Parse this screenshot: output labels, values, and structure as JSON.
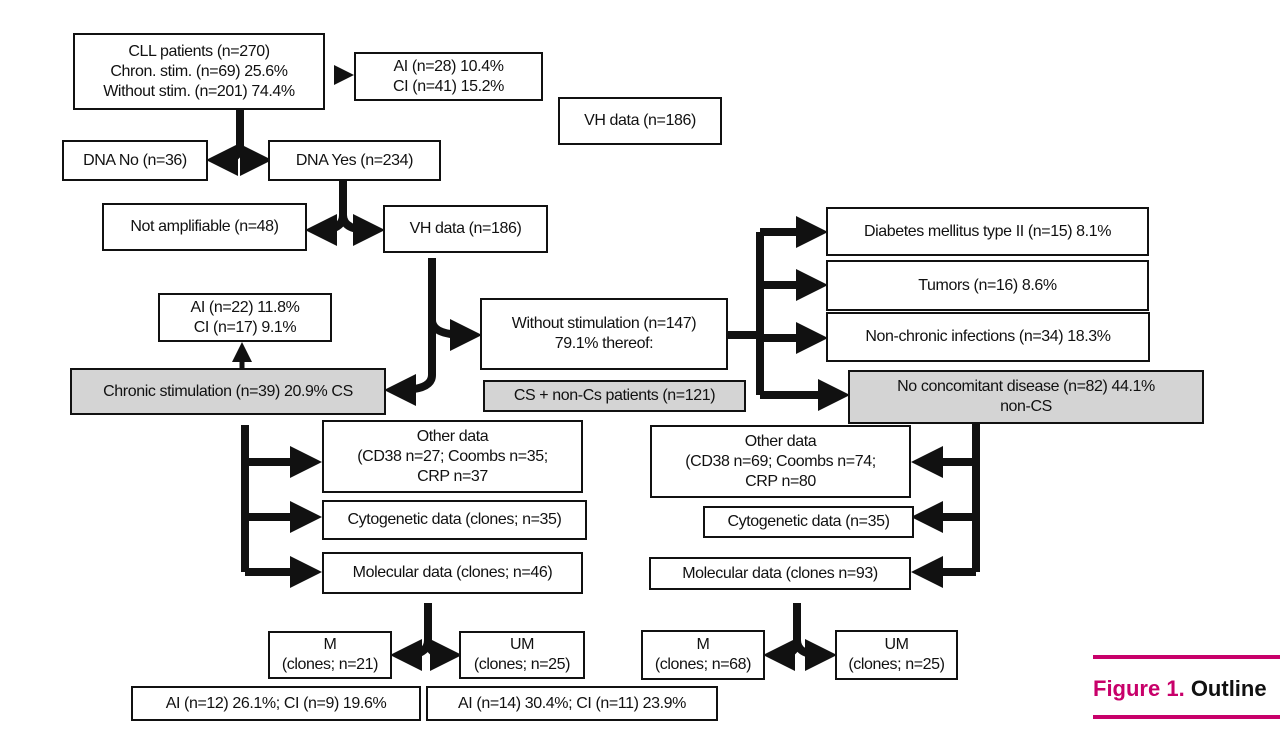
{
  "boxes": {
    "cll": [
      "CLL patients (n=270)",
      "Chron. stim. (n=69) 25.6%",
      "Without stim. (n=201) 74.4%"
    ],
    "ai_ci_top": [
      "AI (n=28) 10.4%",
      "CI (n=41) 15.2%"
    ],
    "vh_isolated": [
      "VH data (n=186)"
    ],
    "dna_no": [
      "DNA No (n=36)"
    ],
    "dna_yes": [
      "DNA Yes (n=234)"
    ],
    "not_amplifiable": [
      "Not amplifiable (n=48)"
    ],
    "vh_data": [
      "VH data (n=186)"
    ],
    "ai_ci_cs": [
      "AI (n=22) 11.8%",
      "CI (n=17) 9.1%"
    ],
    "chronic_stim": [
      "Chronic stimulation (n=39) 20.9% CS"
    ],
    "without_stim": [
      "Without stimulation (n=147)",
      "79.1% thereof:"
    ],
    "cs_noncs": [
      "CS + non-Cs patients (n=121)"
    ],
    "diabetes": [
      "Diabetes mellitus type II (n=15) 8.1%"
    ],
    "tumors": [
      "Tumors (n=16) 8.6%"
    ],
    "infections": [
      "Non-chronic infections (n=34) 18.3%"
    ],
    "no_concomitant": [
      "No concomitant disease (n=82) 44.1%",
      "non-CS"
    ],
    "other_left": [
      "Other data",
      "(CD38 n=27; Coombs n=35;",
      "CRP  n=37"
    ],
    "cyto_left": [
      "Cytogenetic data (clones; n=35)"
    ],
    "molecular_left": [
      "Molecular data (clones; n=46)"
    ],
    "other_right": [
      "Other data",
      "(CD38 n=69; Coombs n=74;",
      "CRP  n=80"
    ],
    "cyto_right": [
      "Cytogenetic data (n=35)"
    ],
    "molecular_right": [
      "Molecular data (clones n=93)"
    ],
    "m_left": [
      "M",
      "(clones; n=21)"
    ],
    "um_left": [
      "UM",
      "(clones; n=25)"
    ],
    "ai_ci_m_left": [
      "AI (n=12) 26.1%; CI (n=9) 19.6%"
    ],
    "ai_ci_um_left": [
      "AI (n=14) 30.4%; CI (n=11) 23.9%"
    ],
    "m_right": [
      "M",
      "(clones; n=68)"
    ],
    "um_right": [
      "UM",
      "(clones; n=25)"
    ]
  },
  "caption": {
    "label": "Figure 1.",
    "text": "Outline"
  },
  "colors": {
    "caption_accent": "#c8006a",
    "highlight_box": "#d4d4d4",
    "line": "#111111"
  }
}
